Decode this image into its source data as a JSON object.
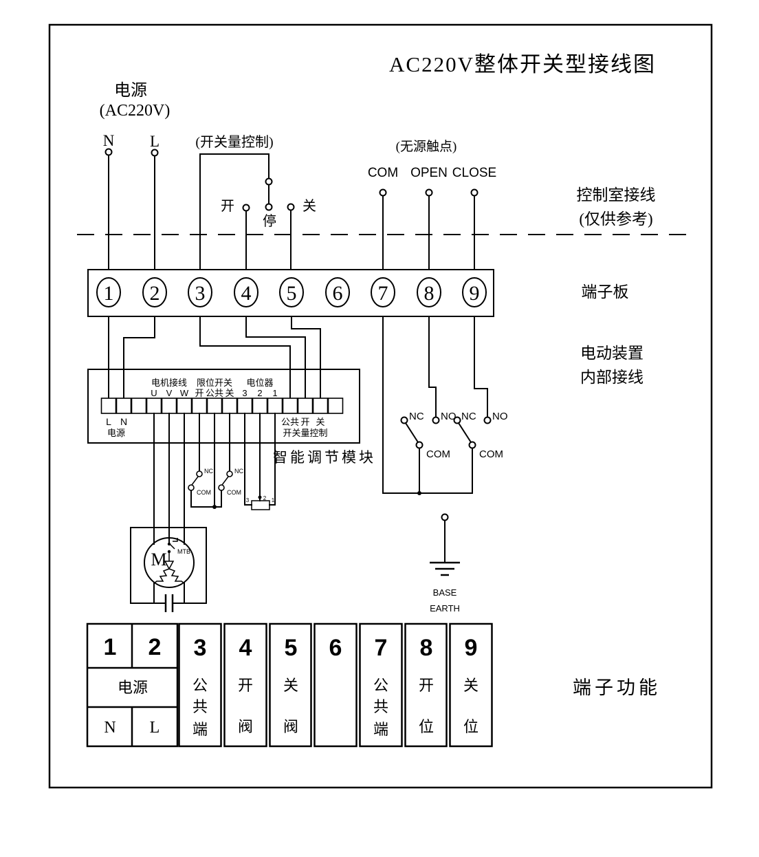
{
  "title": "AC220V整体开关型接线图",
  "power": {
    "label": "电源",
    "voltage": "(AC220V)",
    "n": "N",
    "l": "L"
  },
  "switch_control": {
    "label": "(开关量控制)",
    "open": "开",
    "stop": "停",
    "close": "关"
  },
  "dry_contact": {
    "label": "(无源触点)",
    "com": "COM",
    "open": "OPEN",
    "close": "CLOSE"
  },
  "notes": {
    "control_room_1": "控制室接线",
    "control_room_2": "(仅供参考)",
    "terminal_board": "端子板",
    "actuator_1": "电动装置",
    "actuator_2": "内部接线",
    "module_name": "智能调节模块",
    "table_label": "端子功能"
  },
  "terminal_board": {
    "terminals": [
      "1",
      "2",
      "3",
      "4",
      "5",
      "6",
      "7",
      "8",
      "9"
    ]
  },
  "module": {
    "groups": {
      "motor": "电机接线",
      "limit": "限位开关",
      "pot": "电位器"
    },
    "pins": [
      "U",
      "V",
      "W",
      "开",
      "公共",
      "关",
      "3",
      "2",
      "1"
    ],
    "power_pins": [
      "L",
      "N"
    ],
    "power_label": "电源",
    "switch_pins": [
      "公共",
      "开",
      "关"
    ],
    "switch_label": "开关量控制"
  },
  "limit_switches": {
    "nc": "NC",
    "com": "COM"
  },
  "potentiometer": {
    "labels": [
      "3",
      "2",
      "1"
    ]
  },
  "motor": {
    "m": "M",
    "mtb": "MTB"
  },
  "cam_switches": {
    "nc": "NC",
    "no": "NO",
    "com": "COM"
  },
  "ground": {
    "line1": "BASE",
    "line2": "EARTH"
  },
  "table": {
    "columns": [
      {
        "num": "1"
      },
      {
        "num": "2"
      },
      {
        "num": "3",
        "func": [
          "公",
          "共",
          "端"
        ]
      },
      {
        "num": "4",
        "func": [
          "开",
          "阀"
        ]
      },
      {
        "num": "5",
        "func": [
          "关",
          "阀"
        ]
      },
      {
        "num": "6",
        "func": []
      },
      {
        "num": "7",
        "func": [
          "公",
          "共",
          "端"
        ]
      },
      {
        "num": "8",
        "func": [
          "开",
          "位"
        ]
      },
      {
        "num": "9",
        "func": [
          "关",
          "位"
        ]
      }
    ],
    "power_cell": "电源",
    "n": "N",
    "l": "L"
  }
}
